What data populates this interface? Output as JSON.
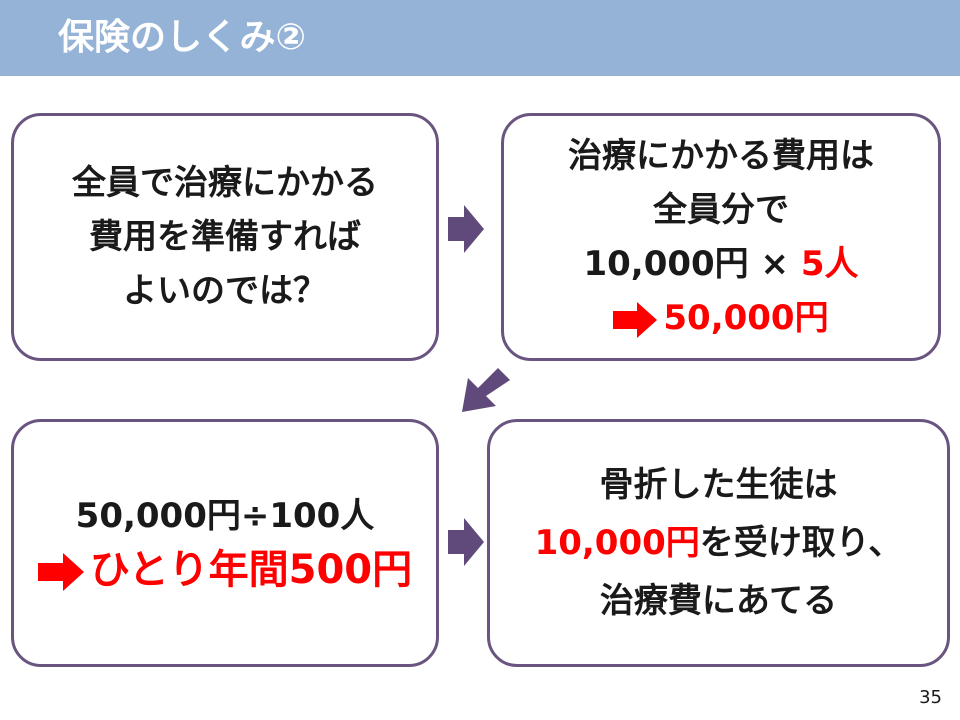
{
  "header": {
    "title": "保険のしくみ②"
  },
  "box1": {
    "lines": [
      "全員で治療にかかる",
      "費用を準備すれば",
      "よいのでは？"
    ]
  },
  "box2": {
    "line1": "治療にかかる費用は",
    "line2": "全員分で",
    "formula_amount": "10,000円 × ",
    "formula_people": "5人",
    "total": "50,000円"
  },
  "box3": {
    "formula": "50,000円÷100人",
    "result": "ひとり年間500円"
  },
  "box4": {
    "line1": "骨折した生徒は",
    "amount": "10,000円",
    "line2_rest": "を受け取り、",
    "line3": "治療費にあてる"
  },
  "footer": {
    "page_number": "35"
  },
  "colors": {
    "title_bar": "#95b3d7",
    "box_border": "#6a5480",
    "flow_arrow": "#604a7b",
    "highlight": "#ff0000"
  },
  "icons": [
    "right-arrow-icon",
    "down-left-arrow-icon",
    "red-right-arrow-icon"
  ]
}
